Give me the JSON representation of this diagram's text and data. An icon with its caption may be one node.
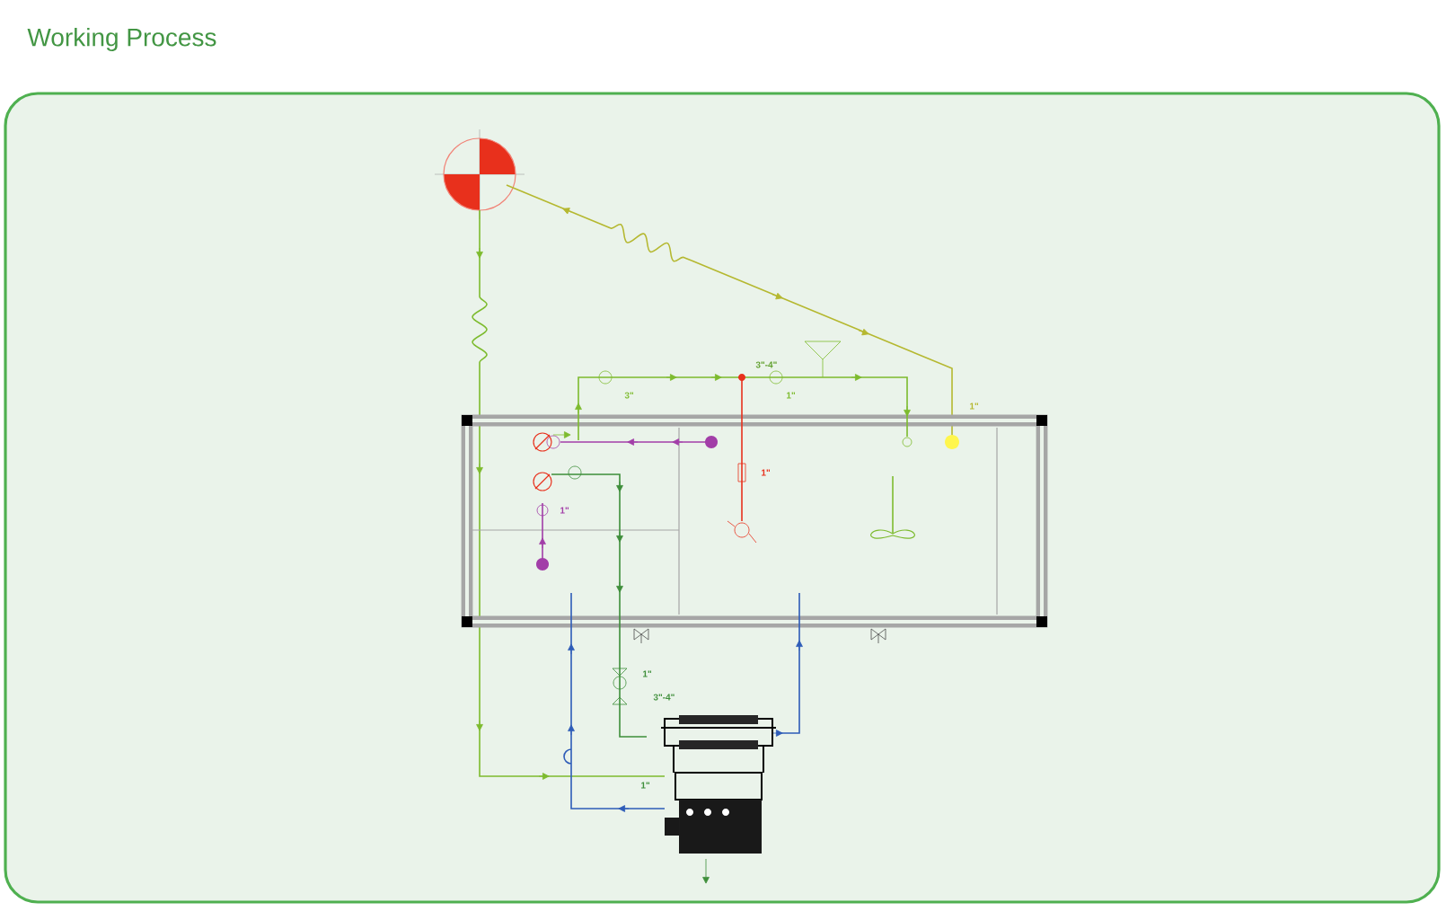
{
  "diagram": {
    "title": "Working Process",
    "labels": [
      "3\"-4\"",
      "3\"",
      "1\"",
      "1\"",
      "1\"",
      "1\"",
      "1\"",
      "3\"-4\"",
      "1\""
    ]
  }
}
